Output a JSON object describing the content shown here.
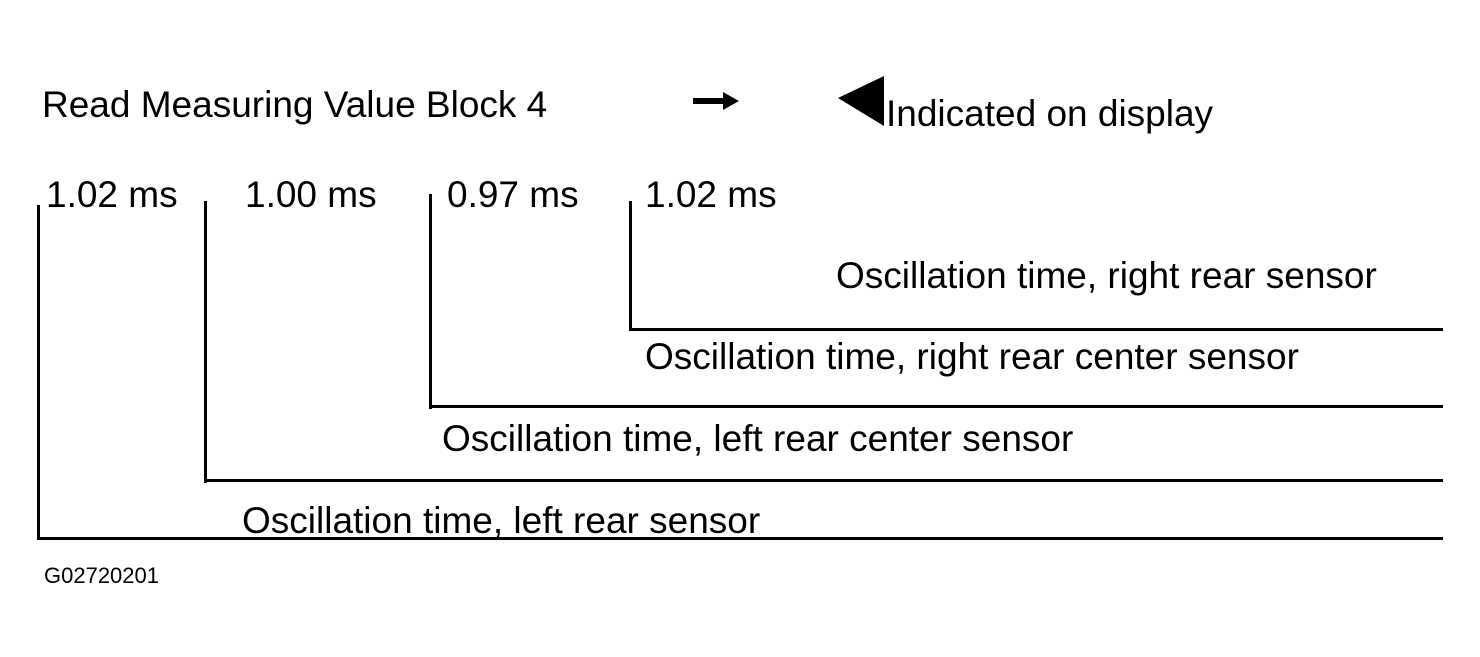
{
  "header": {
    "title": "Read Measuring Value Block 4",
    "display_label": "Indicated on display",
    "arrow_icon": "right-arrow-icon",
    "pointer_icon": "left-triangle-pointer-icon"
  },
  "values": [
    {
      "text": "1.02 ms"
    },
    {
      "text": "1.00 ms"
    },
    {
      "text": "0.97 ms"
    },
    {
      "text": "1.02 ms"
    }
  ],
  "descriptions": [
    {
      "text": "Oscillation time, left rear sensor"
    },
    {
      "text": "Oscillation time, left rear center sensor"
    },
    {
      "text": "Oscillation time, right rear center sensor"
    },
    {
      "text": "Oscillation time, right rear sensor"
    }
  ],
  "figure_id": "G02720201",
  "colors": {
    "line": "#000000",
    "background": "#ffffff"
  }
}
